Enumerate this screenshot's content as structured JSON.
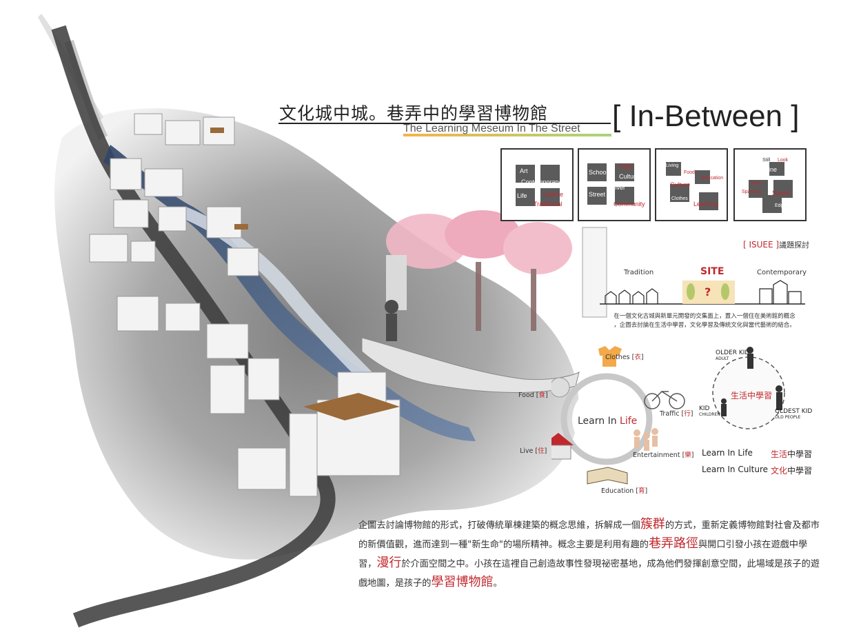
{
  "title": {
    "chinese": "文化城中城。巷弄中的學習博物館",
    "english": "The Learning Meseum In The Street",
    "main": "[ In-Between ]"
  },
  "concept_boxes": [
    {
      "words": [
        "Art",
        "Contemporary",
        "Life",
        "Culture",
        "Traditional"
      ]
    },
    {
      "words": [
        "School",
        "Faith",
        "Culture",
        "River",
        "Street",
        "Community"
      ]
    },
    {
      "words": [
        "Living",
        "Food",
        "Traffic",
        "Education",
        "Culture",
        "Clothes",
        "Learning"
      ]
    },
    {
      "words": [
        "Still",
        "Look",
        "Line",
        "Path",
        "Sound",
        "Sparking",
        "Wave",
        "Edge"
      ]
    }
  ],
  "issue": {
    "tag": "[ ISUEE ]",
    "label": "議題探討"
  },
  "site_diagram": {
    "left": "Tradition",
    "center": "SITE",
    "right": "Contemporary",
    "question": "?",
    "description_1": "在一個文化古城與新單元開發的交集面上，置入一個住在美術館的概念",
    "description_2": "，企圖去討論在生活中學習，文化學習及傳統文化與當代藝術的結合。"
  },
  "learn_in_life": {
    "center_prefix": "Learn In ",
    "center_red": "Life",
    "items": [
      {
        "label": "Clothes [",
        "zh": "衣",
        "end": "]"
      },
      {
        "label": "Food [",
        "zh": "食",
        "end": "]"
      },
      {
        "label": "Traffic [",
        "zh": "行",
        "end": "]"
      },
      {
        "label": "Live [",
        "zh": "住",
        "end": "]"
      },
      {
        "label": "Entertainment [",
        "zh": "樂",
        "end": "]"
      },
      {
        "label": "Education [",
        "zh": "育",
        "end": "]"
      }
    ]
  },
  "kid_circle": {
    "center": "生活中學習",
    "older_kid": "OLDER KID",
    "adult": "ADULT",
    "kid": "KID",
    "children": "CHILDREN",
    "oldest_kid": "OLDEST KID",
    "old_people": "OLD PEOPLE"
  },
  "learn_rows": [
    {
      "en": "Learn In Life",
      "zh_red": "生活",
      "zh": "中學習"
    },
    {
      "en": "Learn In Culture",
      "zh_red": "文化",
      "zh": "中學習"
    }
  ],
  "body": {
    "p1": "企圖去討論博物館的形式，打破傳統單棟建築的概念思維，拆解成一個",
    "h1": "簇群",
    "p2": "的方式，重新定義博物館對社會及都市的新價值觀，進而達到一種\"新生命\"的場所精神。概念主要是利用有趣的",
    "h2": "巷弄路徑",
    "p3": "與開口引發小孩在遊戲中學習，",
    "h3": "漫行",
    "p4": "於介面空間之中。小孩在這裡自己創造故事性發現祕密基地，成為他們發揮創意空間，此場域是孩子的遊戲地圖，是孩子的",
    "h4": "學習博物館",
    "p5": "。"
  },
  "colors": {
    "accent_red": "#c0282d",
    "river_blue": "#3d5a80",
    "ink_grey": "#6b6b6b"
  }
}
